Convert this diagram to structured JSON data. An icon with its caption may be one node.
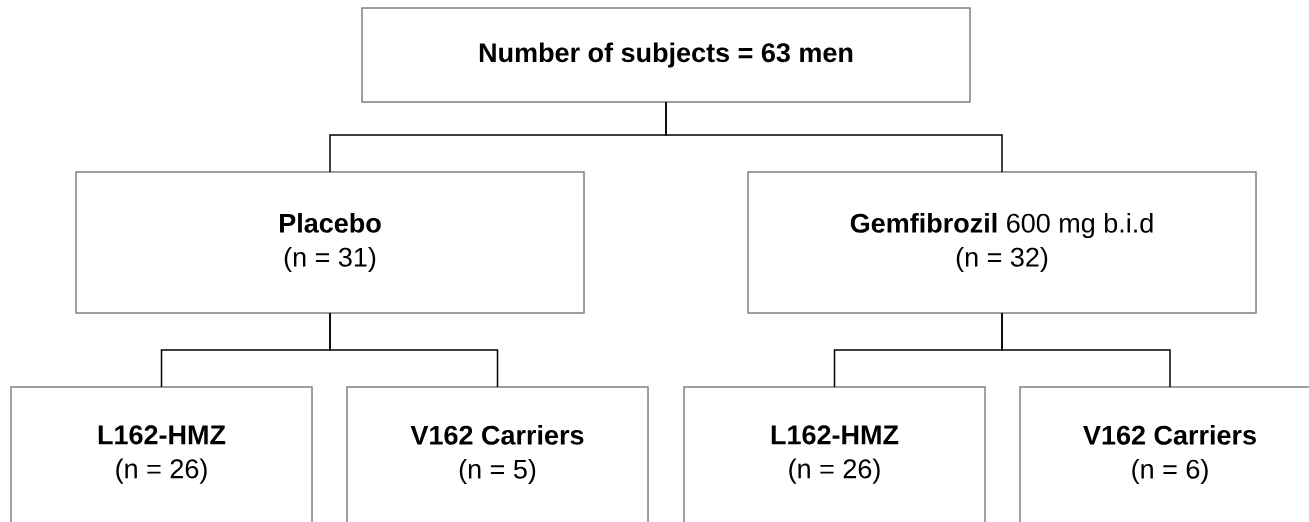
{
  "diagram": {
    "nodes": [
      {
        "text": [
          "Number of subjects = 63 men"
        ]
      },
      {
        "text": [
          "Placebo",
          "(n = 31)"
        ]
      },
      {
        "text": [
          "**Gemfibrozil** 600 mg b.i.d",
          "(n = 32)"
        ]
      },
      {
        "text": [
          "L162-HMZ",
          "(n = 26)"
        ]
      },
      {
        "text": [
          "V162 Carriers",
          "(n = 5)"
        ]
      },
      {
        "text": [
          "L162-HMZ",
          "(n = 26)"
        ]
      },
      {
        "text": [
          "V162 Carriers",
          "(n = 6)"
        ]
      }
    ],
    "edges": [
      {
        "from": 0,
        "to": 1,
        "arrow": "none"
      },
      {
        "from": 0,
        "to": 2,
        "arrow": "none"
      },
      {
        "from": 1,
        "to": 3,
        "arrow": "none"
      },
      {
        "from": 1,
        "to": 4,
        "arrow": "none"
      },
      {
        "from": 2,
        "to": 5,
        "arrow": "none"
      },
      {
        "from": 2,
        "to": 6,
        "arrow": "none"
      }
    ]
  }
}
